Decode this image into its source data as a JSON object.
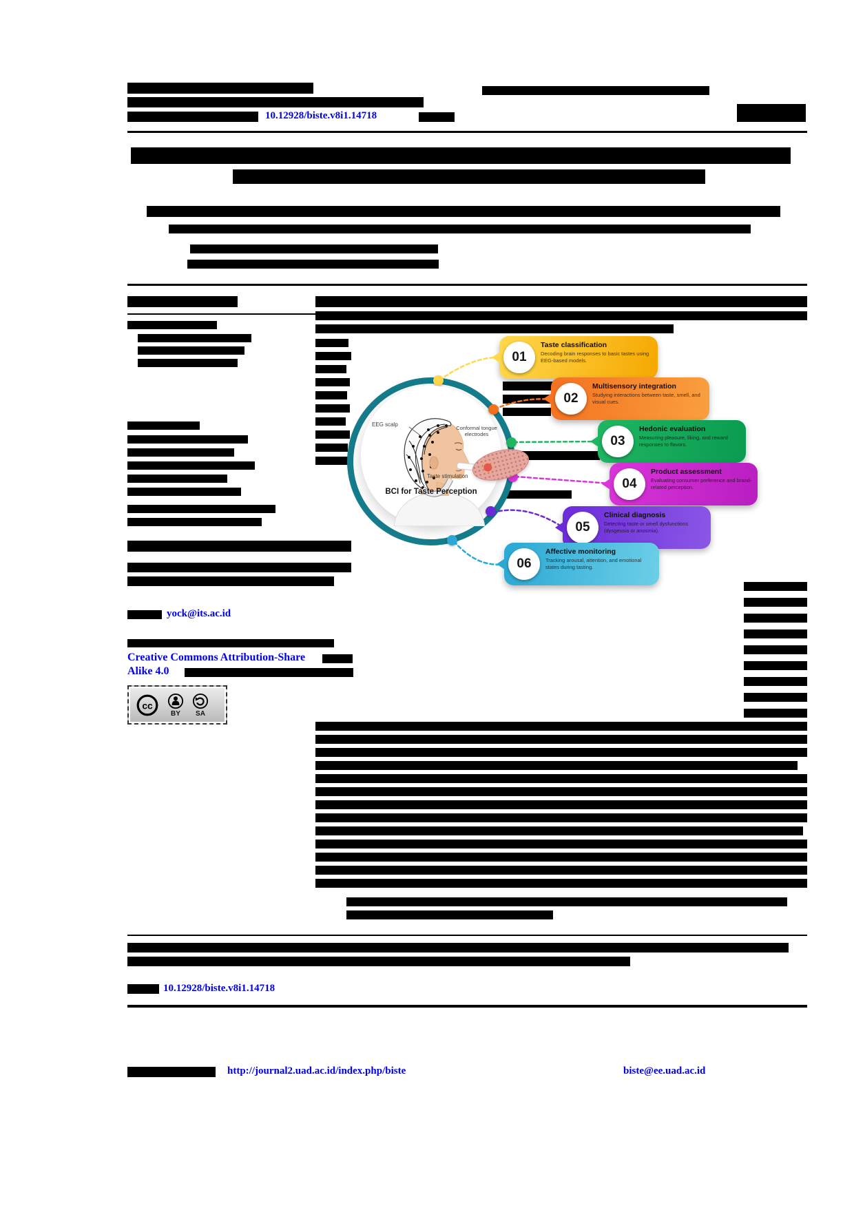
{
  "header": {
    "doi_link": "10.12928/biste.v8i1.14718"
  },
  "figure": {
    "ring_color": "#157C8C",
    "center": {
      "label_eeg": "EEG scalp",
      "label_tongue": "Conformal tongue electrodes",
      "label_taste": "Taste stimulation",
      "caption": "BCI for Taste Perception"
    },
    "items": [
      {
        "number": "01",
        "title": "Taste classification",
        "description": "Decoding brain responses to basic tastes using EEG-based models.",
        "color_start": "#FFD84D",
        "color_end": "#F5A800"
      },
      {
        "number": "02",
        "title": "Multisensory integration",
        "description": "Studying interactions between taste, smell, and visual cues.",
        "color_start": "#F4711F",
        "color_end": "#F9A03F"
      },
      {
        "number": "03",
        "title": "Hedonic evaluation",
        "description": "Measuring pleasure, liking, and reward responses to flavors.",
        "color_start": "#1FB662",
        "color_end": "#0A9B50"
      },
      {
        "number": "04",
        "title": "Product assessment",
        "description": "Evaluating consumer preference and brand-related perception.",
        "color_start": "#D935D9",
        "color_end": "#B81EC0"
      },
      {
        "number": "05",
        "title": "Clinical diagnosis",
        "description": "Detecting taste or smell dysfunctions (dysgeusia or anosmia).",
        "color_start": "#6C2BD9",
        "color_end": "#8A57E6"
      },
      {
        "number": "06",
        "title": "Affective monitoring",
        "description": "Tracking arousal, attention, and emotional states during tasting.",
        "color_start": "#2BA8D4",
        "color_end": "#6CCFE8"
      }
    ]
  },
  "correspondence": {
    "email_link": "yock@its.ac.id"
  },
  "license": {
    "link_line1": "Creative Commons Attribution-Share",
    "link_line2": "Alike 4.0",
    "badge": {
      "cc": "cc",
      "by": "BY",
      "sa": "SA"
    }
  },
  "citation": {
    "doi_link": "10.12928/biste.v8i1.14718"
  },
  "footer": {
    "journal_url": "http://journal2.uad.ac.id/index.php/biste",
    "contact_email": "biste@ee.uad.ac.id"
  },
  "colors": {
    "link": "#0000EE",
    "redaction": "#000000"
  }
}
